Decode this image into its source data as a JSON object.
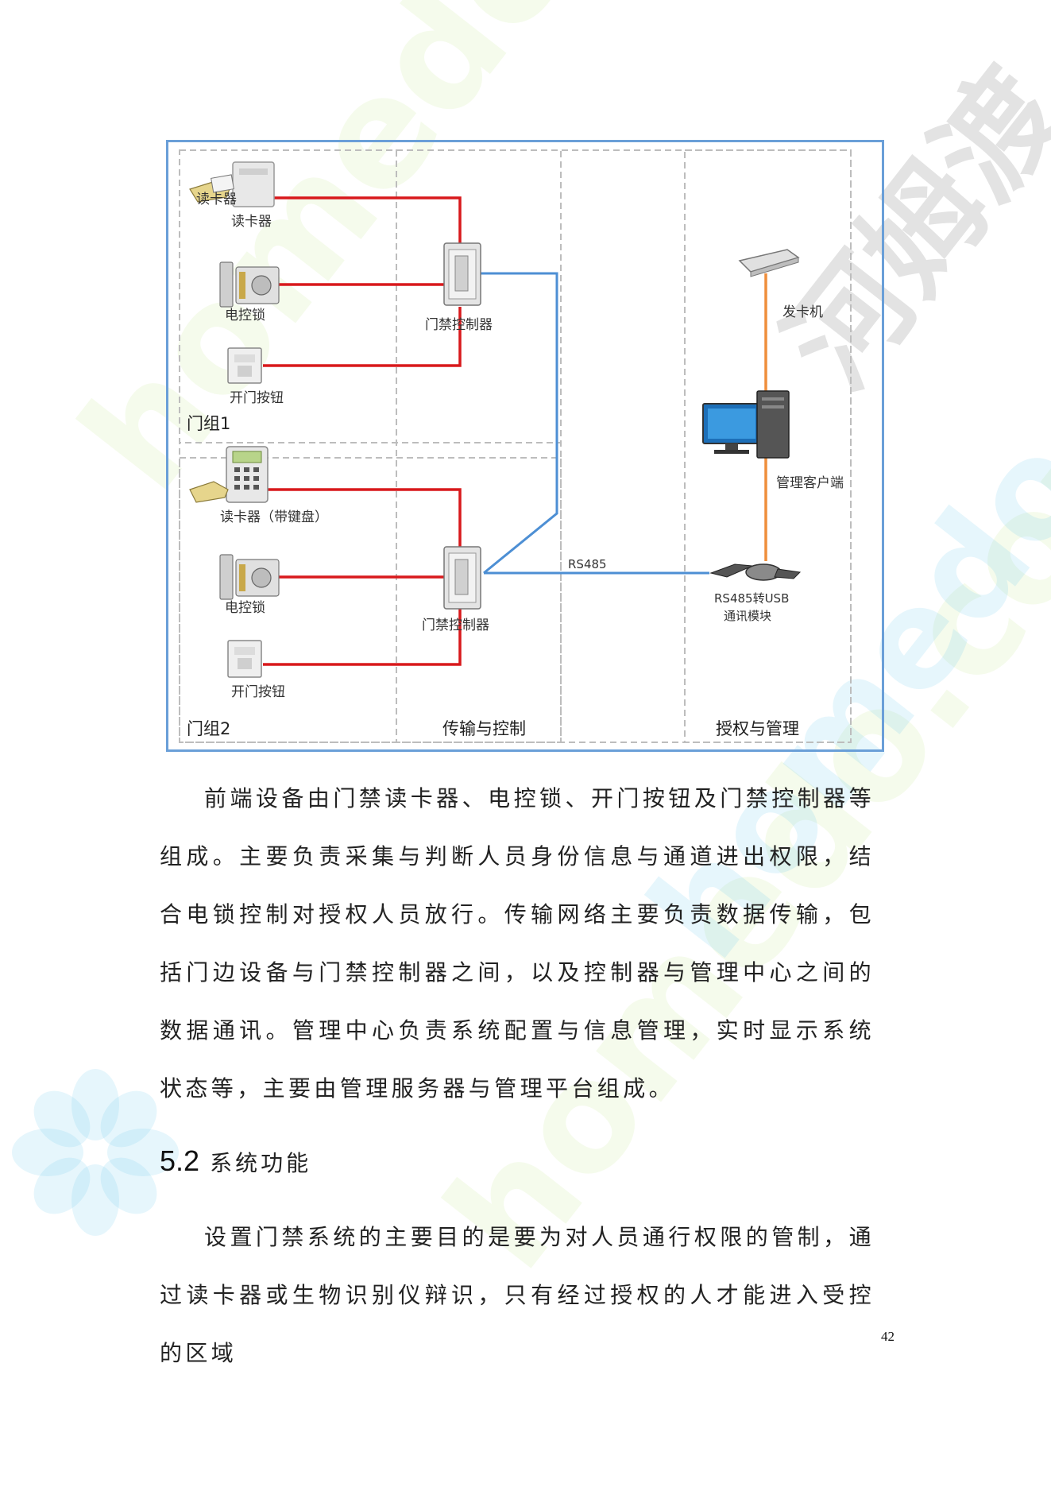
{
  "diagram": {
    "group1": {
      "label": "门组1",
      "card_reader": "读卡器",
      "electric_lock": "电控锁",
      "exit_button": "开门按钮"
    },
    "group2": {
      "label": "门组2",
      "card_reader": "读卡器（带键盘）",
      "electric_lock": "电控锁",
      "exit_button": "开门按钮"
    },
    "controller_top": "门禁控制器",
    "controller_bottom": "门禁控制器",
    "transmission_label": "传输与控制",
    "management_label": "授权与管理",
    "rs485_label": "RS485",
    "card_issuer": "发卡机",
    "management_client": "管理客户端",
    "converter_line1": "RS485转USB",
    "converter_line2": "通讯模块",
    "colors": {
      "frame": "#6a9fd8",
      "red_wire": "#d8191c",
      "blue_wire": "#4d8fd4",
      "orange_wire": "#ef8e3b"
    }
  },
  "paragraph1": "前端设备由门禁读卡器、电控锁、开门按钮及门禁控制器等组成。主要负责采集与判断人员身份信息与通道进出权限，结合电锁控制对授权人员放行。传输网络主要负责数据传输，包括门边设备与门禁控制器之间，以及控制器与管理中心之间的数据通讯。管理中心负责系统配置与信息管理，实时显示系统状态等，主要由管理服务器与管理平台组成。",
  "section": {
    "number": "5.2",
    "title": "系统功能"
  },
  "paragraph2": "设置门禁系统的主要目的是要为对人员通行权限的管制，通过读卡器或生物识别仪辩识，只有经过授权的人才能进入受控的区域",
  "page_number": "42",
  "watermark": {
    "text_latin": "homedo.com",
    "text_cjk": "河姆渡"
  }
}
